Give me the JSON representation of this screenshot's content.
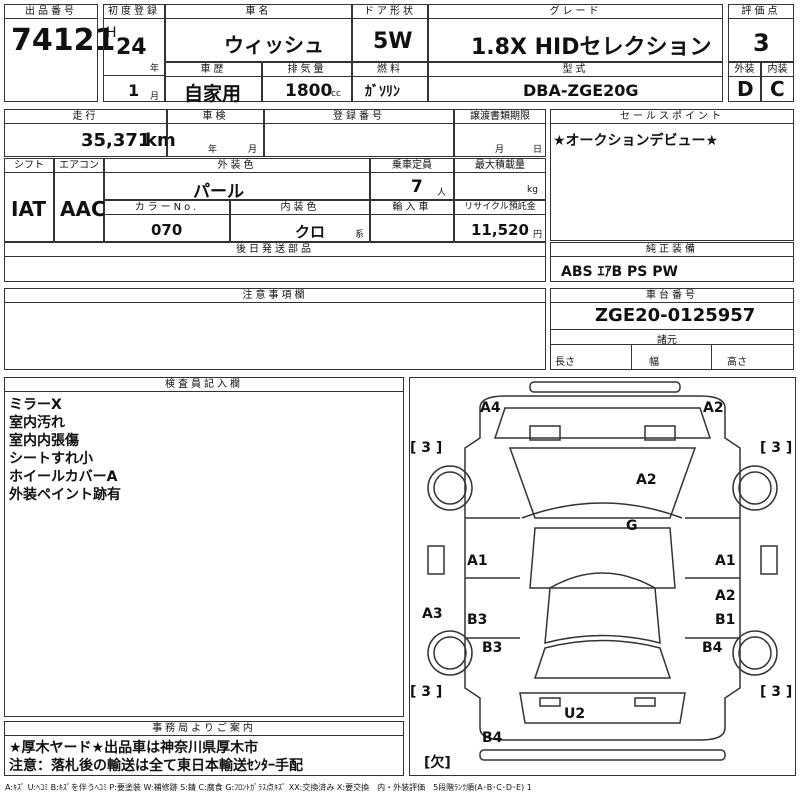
{
  "header": {
    "lot_label": "出品番号",
    "lot_value": "74121",
    "first_reg_label": "初度登録",
    "era": "H",
    "year": "24",
    "year_unit": "年",
    "month": "1",
    "month_unit": "月",
    "name_label": "車名",
    "name_value": "ウィッシュ",
    "door_label": "ドア形状",
    "door_value": "5W",
    "grade_label": "グレード",
    "grade_value": "1.8X HIDセレクション",
    "score_label": "評価点",
    "score_value": "3",
    "history_label": "車歴",
    "history_value": "自家用",
    "displacement_label": "排気量",
    "displacement_value": "1800",
    "displacement_unit": "cc",
    "fuel_label": "燃料",
    "fuel_value": "ｶﾞｿﾘﾝ",
    "model_label": "型式",
    "model_value": "DBA-ZGE20G",
    "ext_label": "外装",
    "ext_value": "D",
    "int_label": "内装",
    "int_value": "C"
  },
  "row2": {
    "mileage_label": "走行",
    "mileage_value": "35,371",
    "mileage_unit": "km",
    "inspection_label": "車検",
    "inspection_year": "年",
    "inspection_month": "月",
    "reg_label": "登録番号",
    "transfer_label": "譲渡書類期限",
    "transfer_month": "月",
    "transfer_day": "日",
    "sales_label": "セールスポイント",
    "sales_value": "★オークションデビュー★"
  },
  "row3": {
    "shift_label": "シフト",
    "shift_value": "IAT",
    "ac_label": "エアコン",
    "ac_value": "AAC",
    "color_label": "外装色",
    "color_value": "パール",
    "capacity_label": "乗車定員",
    "capacity_value": "7",
    "capacity_unit": "人",
    "load_label": "最大積載量",
    "load_unit": "kg",
    "colorno_label": "カラーNo.",
    "colorno_value": "070",
    "interior_label": "内装色",
    "interior_value": "クロ",
    "interior_unit": "系",
    "import_label": "輸入車",
    "recycle_label": "リサイクル預託金",
    "recycle_value": "11,520",
    "recycle_unit": "円"
  },
  "later_parts_label": "後日発送部品",
  "equipment_label": "純正装備",
  "equipment_value": "ABS ｴｱB PS PW",
  "notes_label": "注意事項欄",
  "chassis_label": "車台番号",
  "chassis_value": "ZGE20-0125957",
  "spec_label": "諸元",
  "len_label": "長さ",
  "width_label": "幅",
  "height_label": "高さ",
  "inspector_label": "検査員記入欄",
  "inspector_lines": [
    "ミラーX",
    "室内汚れ",
    "室内内張傷",
    "シートすれ小",
    "ホイールカバーA",
    "外装ペイント跡有"
  ],
  "office_label": "事務局よりご案内",
  "office_lines": [
    "★厚木ヤード★出品車は神奈川県厚木市",
    "注意：落札後の輸送は全て東日本輸送ｾﾝﾀｰ手配"
  ],
  "diagram": {
    "marks": [
      "A4",
      "A2",
      "[ 3 ]",
      "[ 3 ]",
      "A2",
      "G",
      "A1",
      "A1",
      "A2",
      "A3",
      "B3",
      "B1",
      "B3",
      "B4",
      "[ 3 ]",
      "[ 3 ]",
      "U2",
      "B4",
      "[欠]"
    ]
  },
  "legend": "A:ｷｽﾞ U:ﾍｺﾐ B:ｷｽﾞを伴うﾍｺﾐ P:要塗装 W:補修跡 S:錆 C:腐食 G:ﾌﾛﾝﾄｶﾞﾗｽ点ｷｽﾞ XX:交換済み X:要交換　内・外装評価　5段階ﾗﾝｸ順(A･B･C･D･E) 1"
}
